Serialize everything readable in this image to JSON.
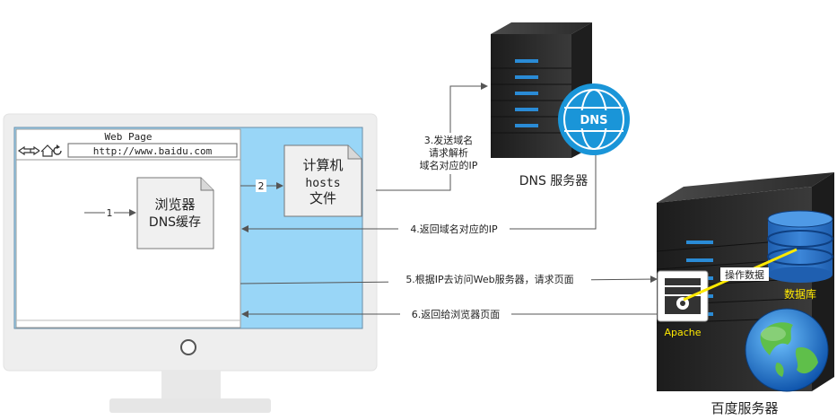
{
  "browser": {
    "title": "Web Page",
    "url": "http://www.baidu.com"
  },
  "cache_note": {
    "line1": "浏览器",
    "line2": "DNS缓存"
  },
  "hosts_note": {
    "line1": "计算机",
    "line2": "hosts",
    "line3": "文件"
  },
  "dns_server": {
    "icon_text": "DNS",
    "label": "DNS 服务器"
  },
  "baidu_server": {
    "label": "百度服务器",
    "apache_label": "Apache",
    "db_label": "数据库",
    "db_link_label": "操作数据"
  },
  "steps": {
    "s1": "1",
    "s2": "2",
    "s3_line1": "3.发送域名",
    "s3_line2": "请求解析",
    "s3_line3": "域名对应的IP",
    "s4": "4.返回域名对应的IP",
    "s5": "5.根据IP去访问Web服务器，请求页面",
    "s6": "6.返回给浏览器页面"
  },
  "colors": {
    "screen_blue": "#99d6f7",
    "apache_yellow": "#ffe900",
    "server_dark": "#2b2b2b",
    "dns_badge": "#1a95d8"
  }
}
